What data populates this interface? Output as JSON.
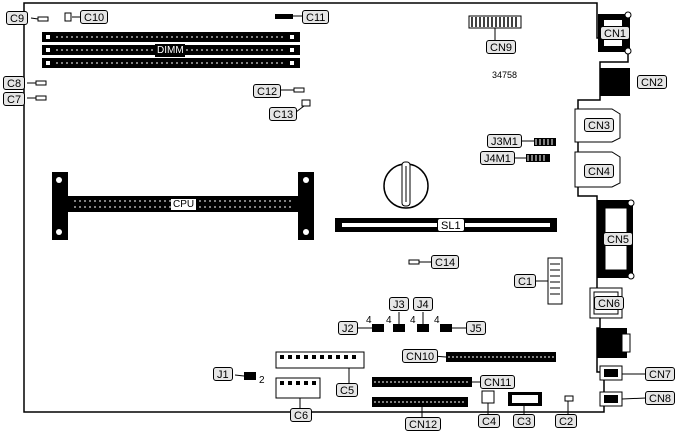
{
  "diagram": {
    "title_number": "34758",
    "components": {
      "dimm": "DIMM",
      "cpu": "CPU",
      "sl1": "SL1"
    },
    "labels": {
      "c9": "C9",
      "c10": "C10",
      "c11": "C11",
      "c8": "C8",
      "c7": "C7",
      "c12": "C12",
      "c13": "C13",
      "c14": "C14",
      "c1": "C1",
      "c2": "C2",
      "c3": "C3",
      "c4": "C4",
      "c5": "C5",
      "c6": "C6",
      "cn1": "CN1",
      "cn2": "CN2",
      "cn3": "CN3",
      "cn4": "CN4",
      "cn5": "CN5",
      "cn6": "CN6",
      "cn7": "CN7",
      "cn8": "CN8",
      "cn9": "CN9",
      "cn10": "CN10",
      "cn11": "CN11",
      "cn12": "CN12",
      "j1": "J1",
      "j2": "J2",
      "j3": "J3",
      "j4": "J4",
      "j5": "J5",
      "j3m1": "J3M1",
      "j4m1": "J4M1"
    },
    "pin_numbers": {
      "j2_pin": "4",
      "j3_pin": "4",
      "j4_pin": "4",
      "j5_pin": "4",
      "j1_pin": "2"
    }
  }
}
